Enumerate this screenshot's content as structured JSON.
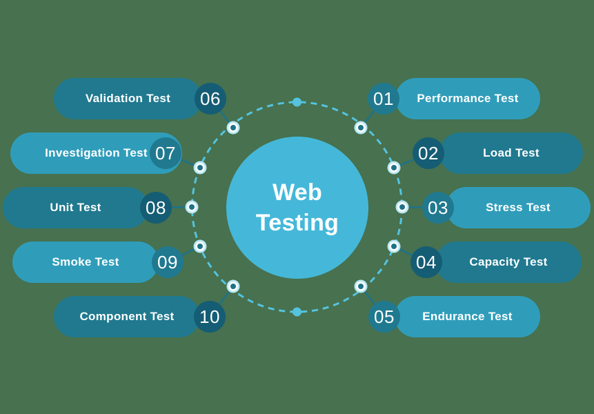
{
  "center": {
    "line1": "Web",
    "line2": "Testing"
  },
  "colors": {
    "bg": "#47714F",
    "pill_light": "#2F9DBA",
    "pill_dark": "#20798F",
    "circle_mid": "#20798F",
    "circle_darkest": "#155D74",
    "center_fill": "#45B8D9",
    "dash": "#55C3DF",
    "node_outer": "#B9E8F3",
    "node_inner": "#FFFFFF",
    "node_dot": "#1F7288",
    "connector": "#1F7288",
    "text_white": "#FFFFFF"
  },
  "left_items": [
    {
      "number": "06",
      "label": "Validation Test"
    },
    {
      "number": "07",
      "label": "Investigation Test"
    },
    {
      "number": "08",
      "label": "Unit Test"
    },
    {
      "number": "09",
      "label": "Smoke Test"
    },
    {
      "number": "10",
      "label": "Component Test"
    }
  ],
  "right_items": [
    {
      "number": "01",
      "label": "Performance Test"
    },
    {
      "number": "02",
      "label": "Load Test"
    },
    {
      "number": "03",
      "label": "Stress Test"
    },
    {
      "number": "04",
      "label": "Capacity Test"
    },
    {
      "number": "05",
      "label": "Endurance Test"
    }
  ]
}
